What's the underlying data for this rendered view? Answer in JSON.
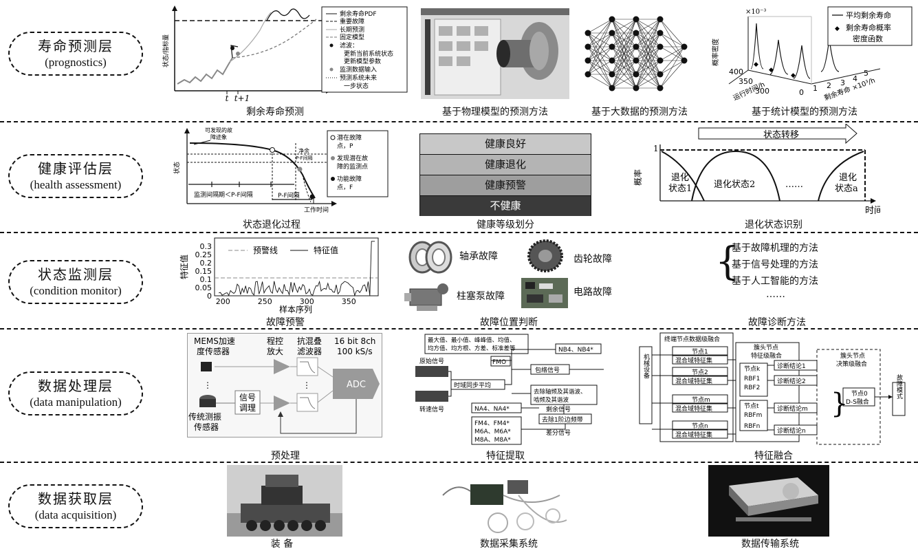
{
  "layers": [
    {
      "zh": "寿命预测层",
      "en": "(prognostics)"
    },
    {
      "zh": "健康评估层",
      "en": "(health assessment)"
    },
    {
      "zh": "状态监测层",
      "en": "(condition monitor)"
    },
    {
      "zh": "数据处理层",
      "en": "(data manipulation)"
    },
    {
      "zh": "数据获取层",
      "en": "(data acquisition)"
    }
  ],
  "prognostics": {
    "captions": [
      "剩余寿命预测",
      "基于物理模型的预测方法",
      "基于大数据的预测方法",
      "基于统计模型的预测方法"
    ],
    "rul_legend": [
      "剩余寿命PDF",
      "重要故障",
      "长期预测",
      "固定模型",
      "滤波：",
      "更新当前系统状态",
      "更新模型参数",
      "监测数据输入",
      "预测系统未来",
      "一步状态"
    ],
    "rul_ylabel": "状态/指标量",
    "rul_ticks": [
      "t",
      "t+1"
    ],
    "stat_legend": [
      "平均剩余寿命",
      "剩余寿命概率",
      "密度函数"
    ],
    "stat_ylabel": "概率密度",
    "stat_exp": "×10⁻³",
    "stat_xlabel": "运行时间/h",
    "stat_zlabel": "剩余寿命 ×10³/h",
    "stat_xticks": [
      "400",
      "350",
      "300"
    ],
    "stat_zticks": [
      "0",
      "1",
      "2",
      "3",
      "4",
      "5"
    ]
  },
  "health": {
    "captions": [
      "状态退化过程",
      "健康等级划分",
      "退化状态识别"
    ],
    "pf_labels": [
      "可发现的故",
      "障迹象",
      "状态",
      "监测间隔期＜P-F间隔",
      "P-F间隔",
      "工作时间",
      "净余",
      "P-F间隔"
    ],
    "pf_legend": [
      "潜在故障",
      "点，P",
      "发现潜在故",
      "障的监测点",
      "功能故障",
      "点，F"
    ],
    "levels": [
      "健康良好",
      "健康退化",
      "健康预警",
      "不健康"
    ],
    "state_transfer": "状态转移",
    "states": [
      "退化",
      "状态1",
      "退化状态2",
      "……",
      "退化",
      "状态a"
    ],
    "prob_label": "概率",
    "one_label": "1",
    "time_label": "时间"
  },
  "monitor": {
    "captions": [
      "故障预警",
      "故障位置判断",
      "故障诊断方法"
    ],
    "legend": [
      "预警线",
      "特征值"
    ],
    "ylabel": "特征值",
    "xlabel": "样本序列",
    "yticks": [
      "0.3",
      "0.25",
      "0.2",
      "0.15",
      "0.1",
      "0.05",
      "0"
    ],
    "xticks": [
      "200",
      "250",
      "300",
      "350"
    ],
    "faults": [
      "轴承故障",
      "齿轮故障",
      "柱塞泵故障",
      "电路故障"
    ],
    "methods": [
      "基于故障机理的方法",
      "基于信号处理的方法",
      "基于人工智能的方法",
      "……"
    ]
  },
  "processing": {
    "captions": [
      "预处理",
      "特征提取",
      "特征融合"
    ],
    "pre_labels": [
      "MEMS加速",
      "度传感器",
      "程控",
      "放大",
      "抗混叠",
      "滤波器",
      "16 bit  8ch",
      "100 kS/s",
      "ADC",
      "信号",
      "调理",
      "传统测振",
      "传感器"
    ],
    "feat_labels": [
      "最大值、最小值、峰峰值、均值、",
      "均方值、均方根、方差、标准差等",
      "原始信号",
      "FMO",
      "NB4、NB4*",
      "包络信号",
      "时域同步平均",
      "去除轴频及其谐波、",
      "啮频及其谐波",
      "转速信号",
      "NA4、NA4*",
      "剩余信号",
      "去除1阶边频带",
      "FM4、FM4*",
      "M6A、M6A*",
      "M8A、M8A*",
      "差分信号"
    ],
    "fusion_labels": [
      "终端节点数据级融合",
      "机械设备",
      "节点1",
      "混合域特征集",
      "节点2",
      "混合域特征集",
      "节点m",
      "混合域特征集",
      "节点n",
      "混合域特征集",
      "簇头节点",
      "特征级融合",
      "节点k",
      "RBF1",
      "RBF2",
      "节点t",
      "RBFm",
      "RBFn",
      "诊断结论1",
      "诊断结论2",
      "诊断结论m",
      "诊断结论n",
      "簇头节点",
      "决策级融合",
      "节点0",
      "D-S融合",
      "故障模式"
    ]
  },
  "acquisition": {
    "captions": [
      "装  备",
      "数据采集系统",
      "数据传输系统"
    ]
  }
}
